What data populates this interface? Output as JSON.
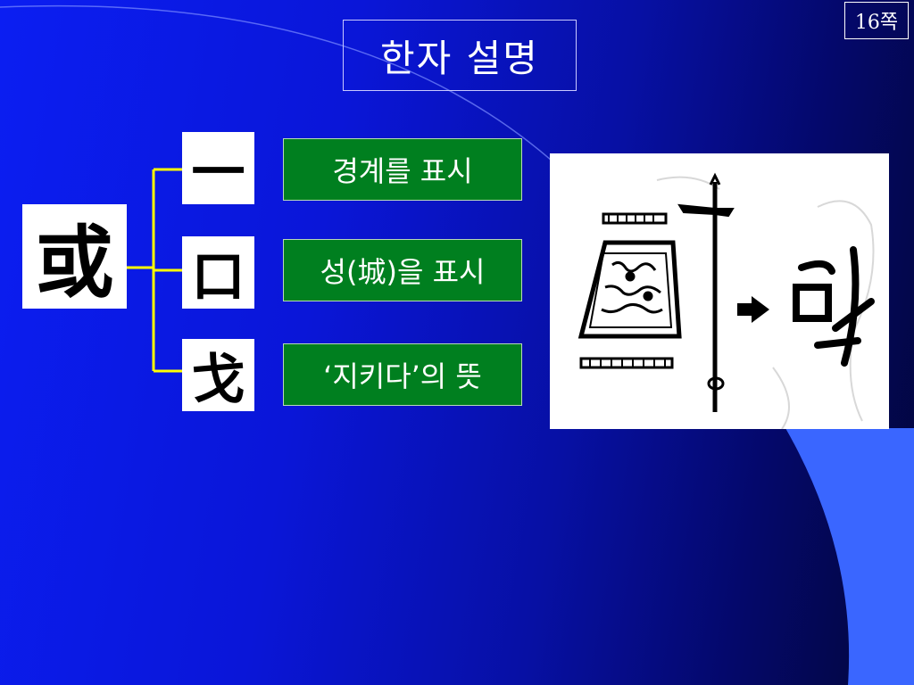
{
  "slide": {
    "page_number": "16쪽",
    "title": "한자 설명",
    "main_character": "或",
    "components": [
      {
        "char": "一",
        "meaning": "경계를 표시"
      },
      {
        "char": "口",
        "meaning": "성(城)을 표시"
      },
      {
        "char": "戈",
        "meaning": "‘지키다’의 뜻"
      }
    ],
    "illustration": {
      "icons": [
        "city-wall-sketch-icon",
        "spear-icon",
        "right-arrow-icon",
        "ancient-character-icon"
      ]
    }
  },
  "colors": {
    "background": "#0a16d8",
    "accent_light": "#3a66ff",
    "meaning_box": "#007f1f",
    "connector": "#ffff00"
  }
}
